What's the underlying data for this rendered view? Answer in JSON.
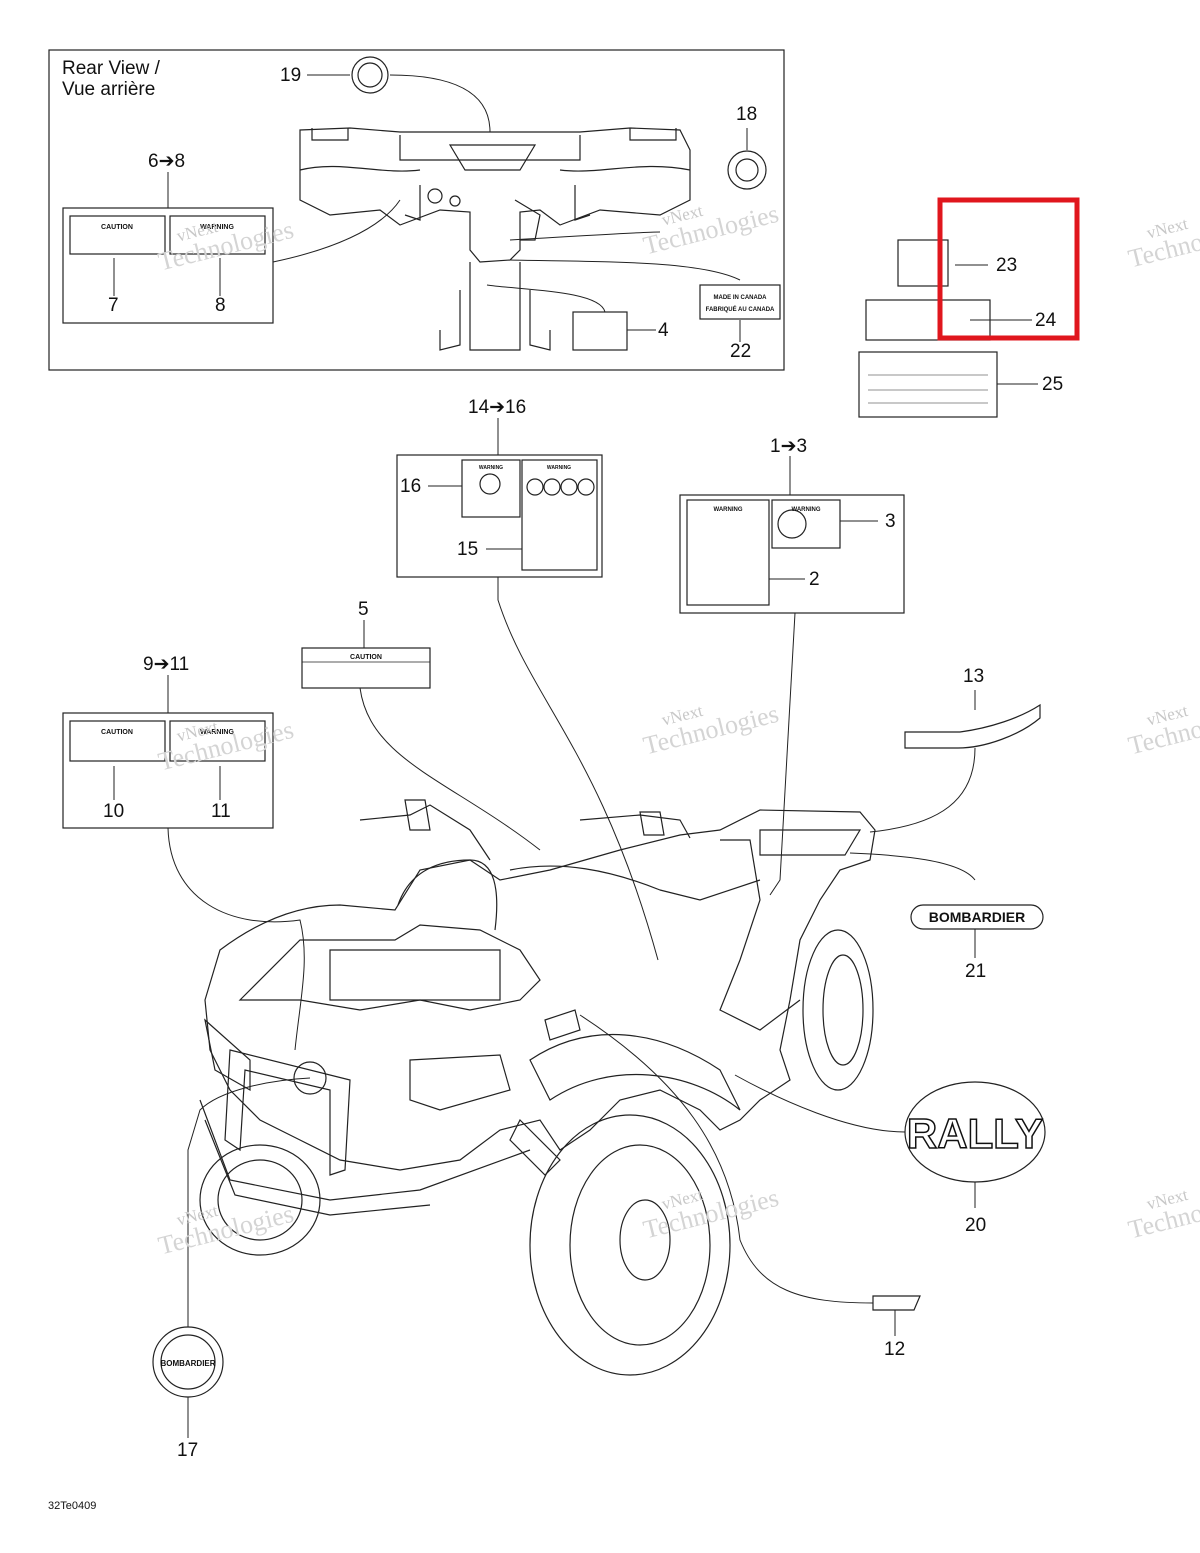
{
  "rear_view_title": "Rear View /\nVue arrière",
  "diagram_code": "32Te0409",
  "watermark": {
    "line1": "vNext",
    "line2": "Technologies"
  },
  "callouts": {
    "c1_3": "1➔3",
    "c2": "2",
    "c3": "3",
    "c4": "4",
    "c5": "5",
    "c6_8": "6➔8",
    "c7": "7",
    "c8": "8",
    "c9_11": "9➔11",
    "c10": "10",
    "c11": "11",
    "c12": "12",
    "c13": "13",
    "c14_16": "14➔16",
    "c15": "15",
    "c16": "16",
    "c17": "17",
    "c18": "18",
    "c19": "19",
    "c20": "20",
    "c21": "21",
    "c22": "22",
    "c23": "23",
    "c24": "24",
    "c25": "25"
  },
  "decals": {
    "caution": "CAUTION",
    "warning": "WARNING",
    "made_in_canada": "MADE IN CANADA",
    "fabrique_au_canada": "FABRIQUÉ AU CANADA",
    "bombardier": "BOMBARDIER",
    "rally": "RALLY"
  },
  "highlight_color": "#e0161d"
}
